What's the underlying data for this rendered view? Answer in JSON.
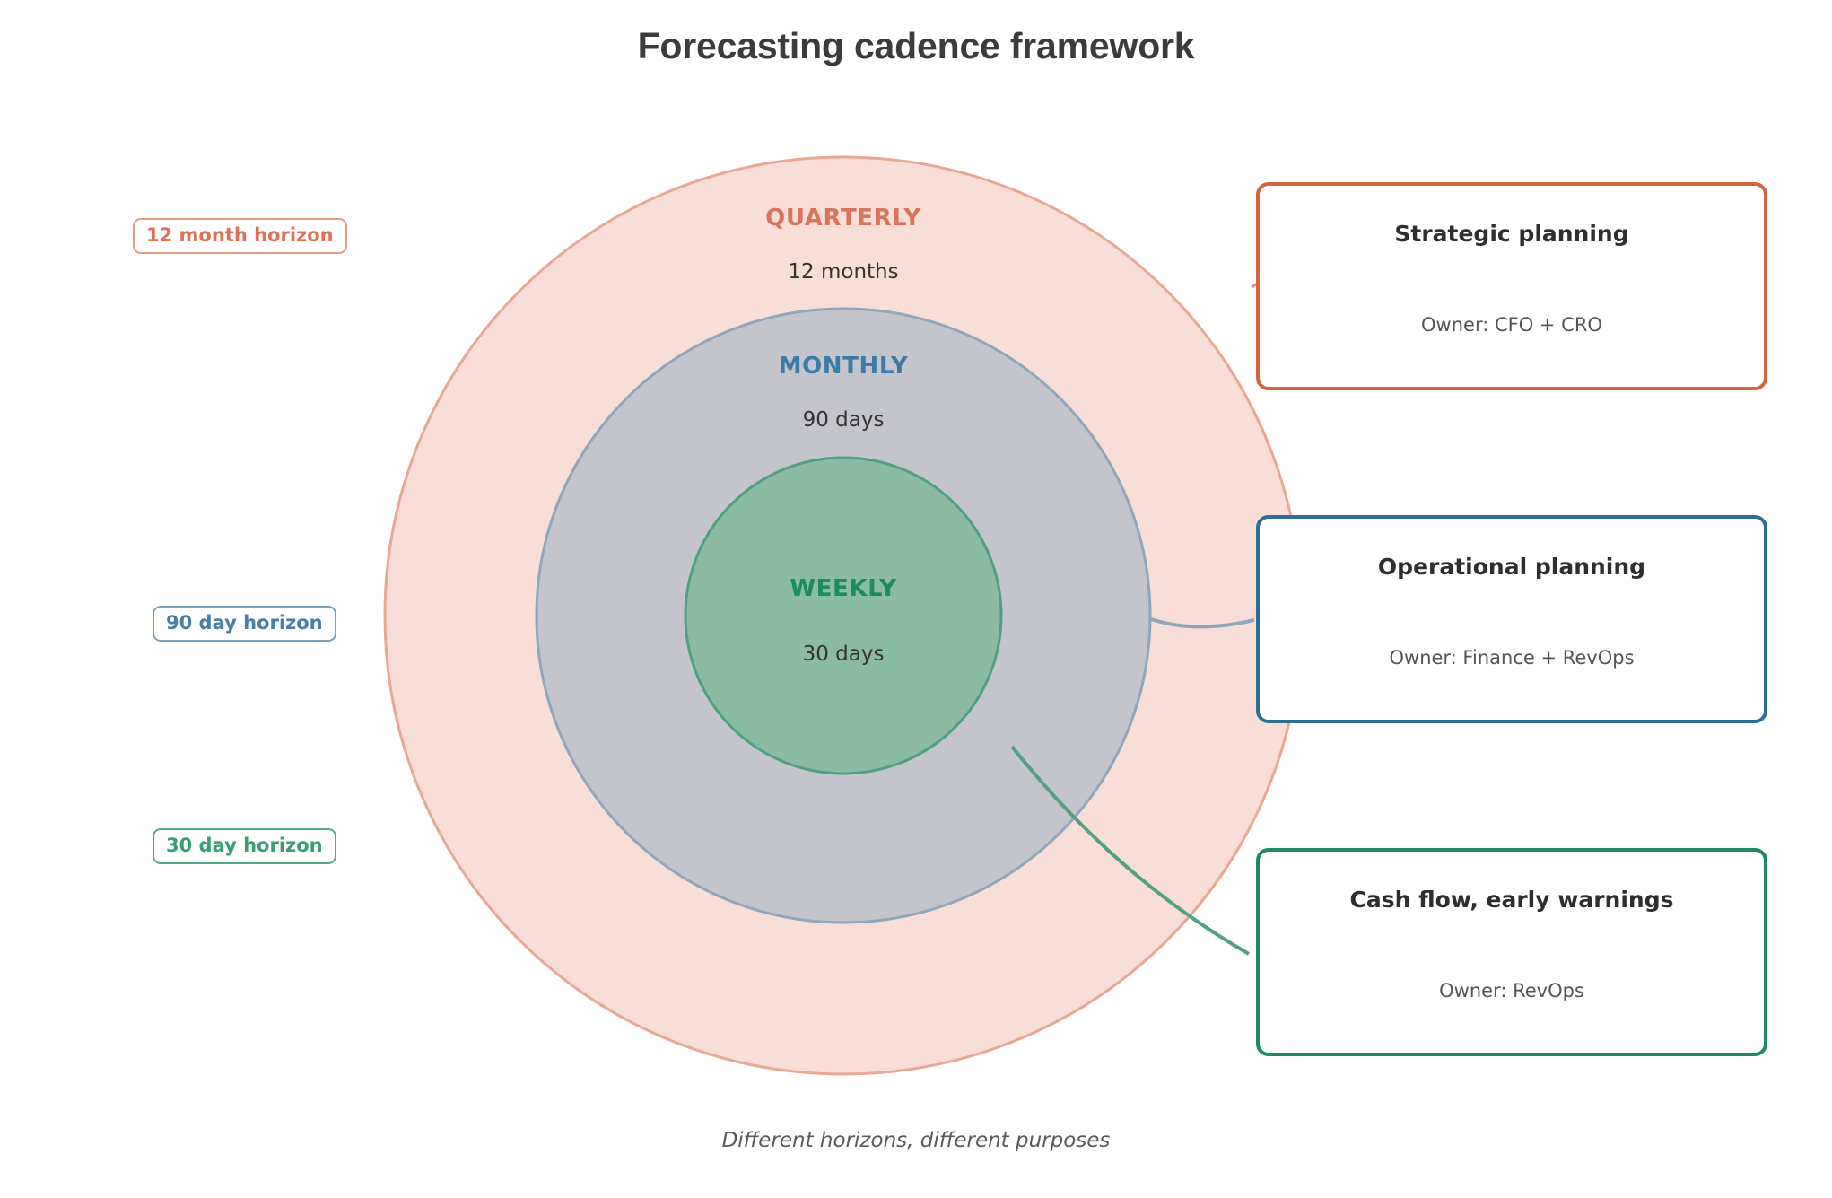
{
  "title": "Forecasting cadence framework",
  "caption": "Different horizons, different purposes",
  "colors": {
    "quarterly_accent": "#d9745a",
    "quarterly_fill": "#f8ded6",
    "quarterly_box_border": "#d4633f",
    "monthly_accent": "#3a7ca5",
    "monthly_fill": "#c4c4cc",
    "monthly_box_border": "#2f6d95",
    "weekly_accent": "#1e8a5f",
    "weekly_fill": "#8cbba4",
    "weekly_box_border": "#1d8a62",
    "text_dark": "#333333",
    "text_muted": "#555555",
    "background": "#ffffff"
  },
  "horizon_badges": [
    {
      "label": "12 month horizon",
      "color": "#d9745a"
    },
    {
      "label": "90 day horizon",
      "color": "#4a7fa5"
    },
    {
      "label": "30 day horizon",
      "color": "#3a9e73"
    }
  ],
  "rings": [
    {
      "cadence": "QUARTERLY",
      "horizon": "12 months",
      "accent": "#d9745a"
    },
    {
      "cadence": "MONTHLY",
      "horizon": "90 days",
      "accent": "#3a7ca5"
    },
    {
      "cadence": "WEEKLY",
      "horizon": "30 days",
      "accent": "#1e8a5f"
    }
  ],
  "callouts": [
    {
      "title": "Strategic planning",
      "owner": "Owner: CFO + CRO",
      "border": "#d4633f"
    },
    {
      "title": "Operational planning",
      "owner": "Owner: Finance + RevOps",
      "border": "#2f6d95"
    },
    {
      "title": "Cash flow, early warnings",
      "owner": "Owner: RevOps",
      "border": "#1d8a62"
    }
  ]
}
